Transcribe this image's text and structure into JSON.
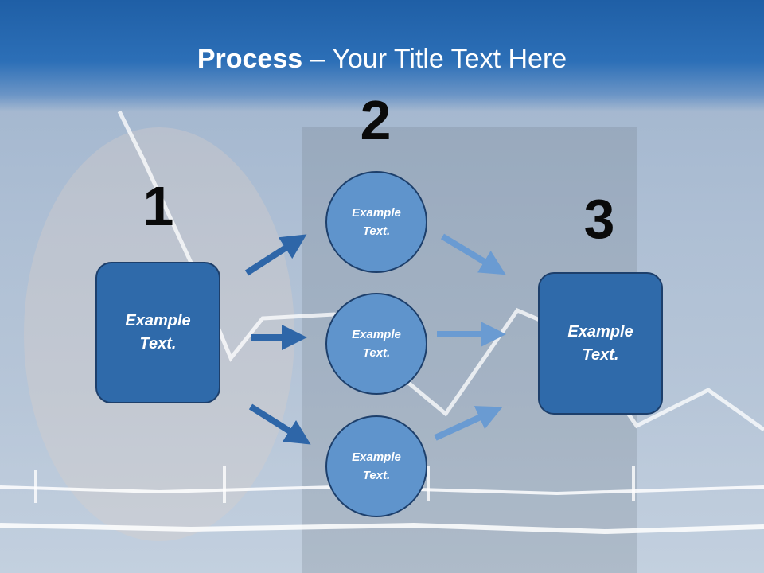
{
  "title": {
    "bold": "Process",
    "rest": " – Your Title Text Here"
  },
  "steps": [
    {
      "number": "1",
      "text": "Example\nText."
    },
    {
      "number": "2"
    },
    {
      "number": "3",
      "text": "Example\nText."
    }
  ],
  "middle_nodes": [
    {
      "text": "Example\nText."
    },
    {
      "text": "Example\nText."
    },
    {
      "text": "Example\nText."
    }
  ],
  "colors": {
    "header": "#2c6fb7",
    "box_fill": "#2f6aaa",
    "circle_fill": "#5f94cc",
    "arrow_dark": "#2e66a8",
    "arrow_light": "#6a9bd2"
  }
}
